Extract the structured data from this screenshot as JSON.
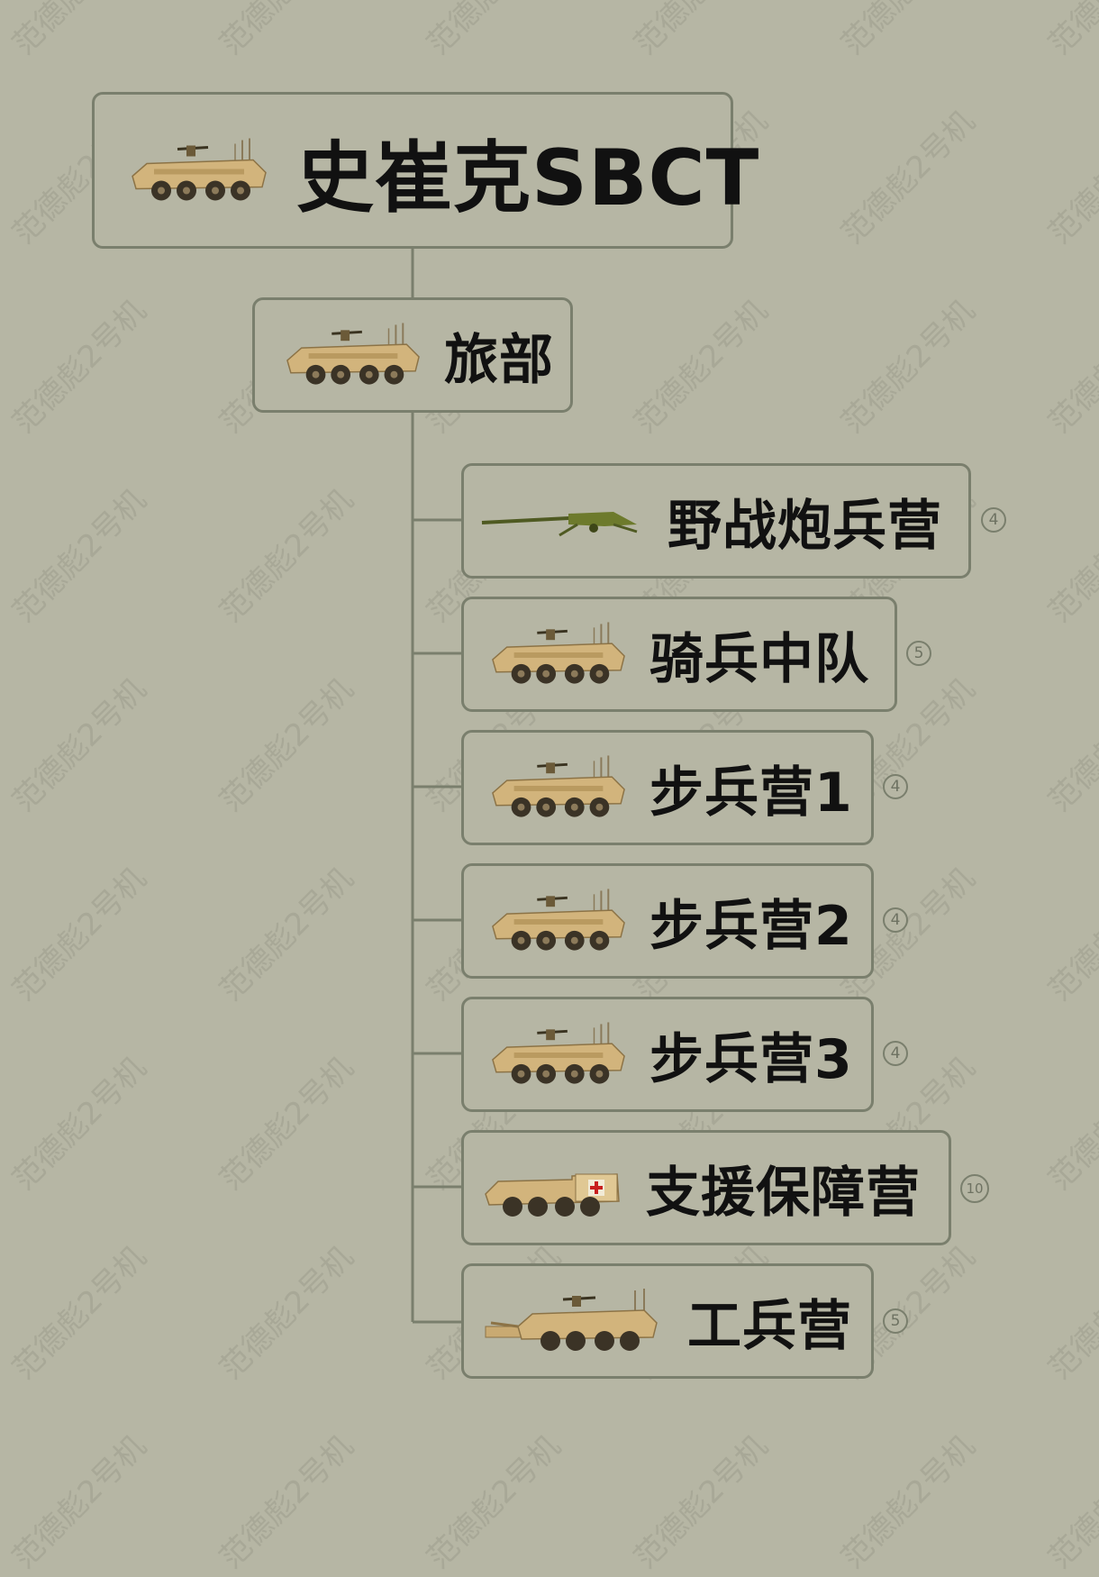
{
  "watermark": "范德彪2号机",
  "root": {
    "label": "史崔克SBCT",
    "icon": "stryker-vehicle-icon"
  },
  "hq": {
    "label": "旅部",
    "icon": "stryker-vehicle-icon"
  },
  "units": [
    {
      "label": "野战炮兵营",
      "badge": "4",
      "icon": "howitzer-icon"
    },
    {
      "label": "骑兵中队",
      "badge": "5",
      "icon": "stryker-vehicle-icon"
    },
    {
      "label": "步兵营1",
      "badge": "4",
      "icon": "stryker-vehicle-icon"
    },
    {
      "label": "步兵营2",
      "badge": "4",
      "icon": "stryker-vehicle-icon"
    },
    {
      "label": "步兵营3",
      "badge": "4",
      "icon": "stryker-vehicle-icon"
    },
    {
      "label": "支援保障营",
      "badge": "10",
      "icon": "ambulance-vehicle-icon"
    },
    {
      "label": "工兵营",
      "badge": "5",
      "icon": "engineer-vehicle-icon"
    }
  ],
  "colors": {
    "background": "#b6b6a4",
    "border": "#7a7f6d",
    "text": "#111111",
    "vehicle": "#d2b47c"
  }
}
